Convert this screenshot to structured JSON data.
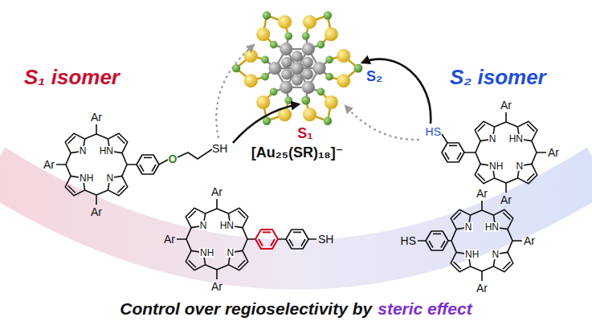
{
  "diagram": {
    "labels": [
      "S₁",
      "S₂",
      "[Au₂₅(SR)₁₈]⁻",
      "S₁ isomer",
      "S₂ isomer",
      "Ar",
      "Ar",
      "Ar",
      "N",
      "HN",
      "NH",
      "N",
      "O",
      "SH",
      "Ar",
      "Ar",
      "Ar",
      "N",
      "HN",
      "NH",
      "N",
      "HS",
      "Ar",
      "Ar",
      "Ar",
      "N",
      "HN",
      "NH",
      "N",
      "SH",
      "Ar",
      "Ar",
      "Ar",
      "N",
      "HN",
      "NH",
      "N",
      "HS",
      "Control over regioselectivity by",
      "steric effect"
    ]
  }
}
